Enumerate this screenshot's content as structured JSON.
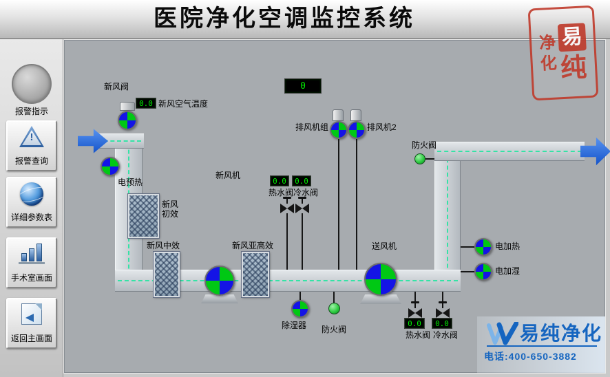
{
  "header": {
    "title": "医院净化空调监控系统"
  },
  "seal": {
    "char1": "易",
    "char2": "纯",
    "char3": "净",
    "char4": "化"
  },
  "sidebar": {
    "indicator_label": "报警指示",
    "buttons": [
      {
        "label": "报警查询"
      },
      {
        "label": "详细参数表"
      },
      {
        "label": "手术室画面"
      },
      {
        "label": "返回主画面"
      }
    ]
  },
  "icons": {
    "alert_glyph": "!"
  },
  "diagram": {
    "labels": {
      "fresh_air_valve": "新风阀",
      "fresh_air_temp": "新风空气温度",
      "preheat": "电预热",
      "primary_filter": "新风\n初效",
      "medium_filter": "新风中效",
      "subhepa_filter": "新风亚高效",
      "fresh_air_unit": "新风机",
      "exhaust_group": "排风机组",
      "exhaust_2": "排风机2",
      "hot_valve_top": "热水阀",
      "cold_valve_top": "冷水阀",
      "fire_valve_top": "防火阀",
      "supply_fan": "送风机",
      "heater": "电加热",
      "humidifier": "电加湿",
      "dehumidifier": "除湿器",
      "fire_valve_bottom": "防火阀",
      "hot_valve_bottom": "热水阀",
      "cold_valve_bottom": "冷水阀"
    },
    "values": {
      "fresh_air_temp": "0.0",
      "main_display": "0",
      "hot_valve_top": "0.0",
      "cold_valve_top": "0.0",
      "hot_valve_bottom": "0.0",
      "cold_valve_bottom": "0.0"
    }
  },
  "logo": {
    "brand": "易纯净化",
    "phone": "电话:400-650-3882"
  },
  "colors": {
    "display_green": "#00ee00",
    "duct_dash": "#35e3a6",
    "fan_blue": "#1414e6",
    "fan_green": "#00c814",
    "valve_green": "#28c83c",
    "arrow_blue": "#1050c8",
    "brand_blue": "#1565c0",
    "seal_red": "#c03a2b"
  }
}
